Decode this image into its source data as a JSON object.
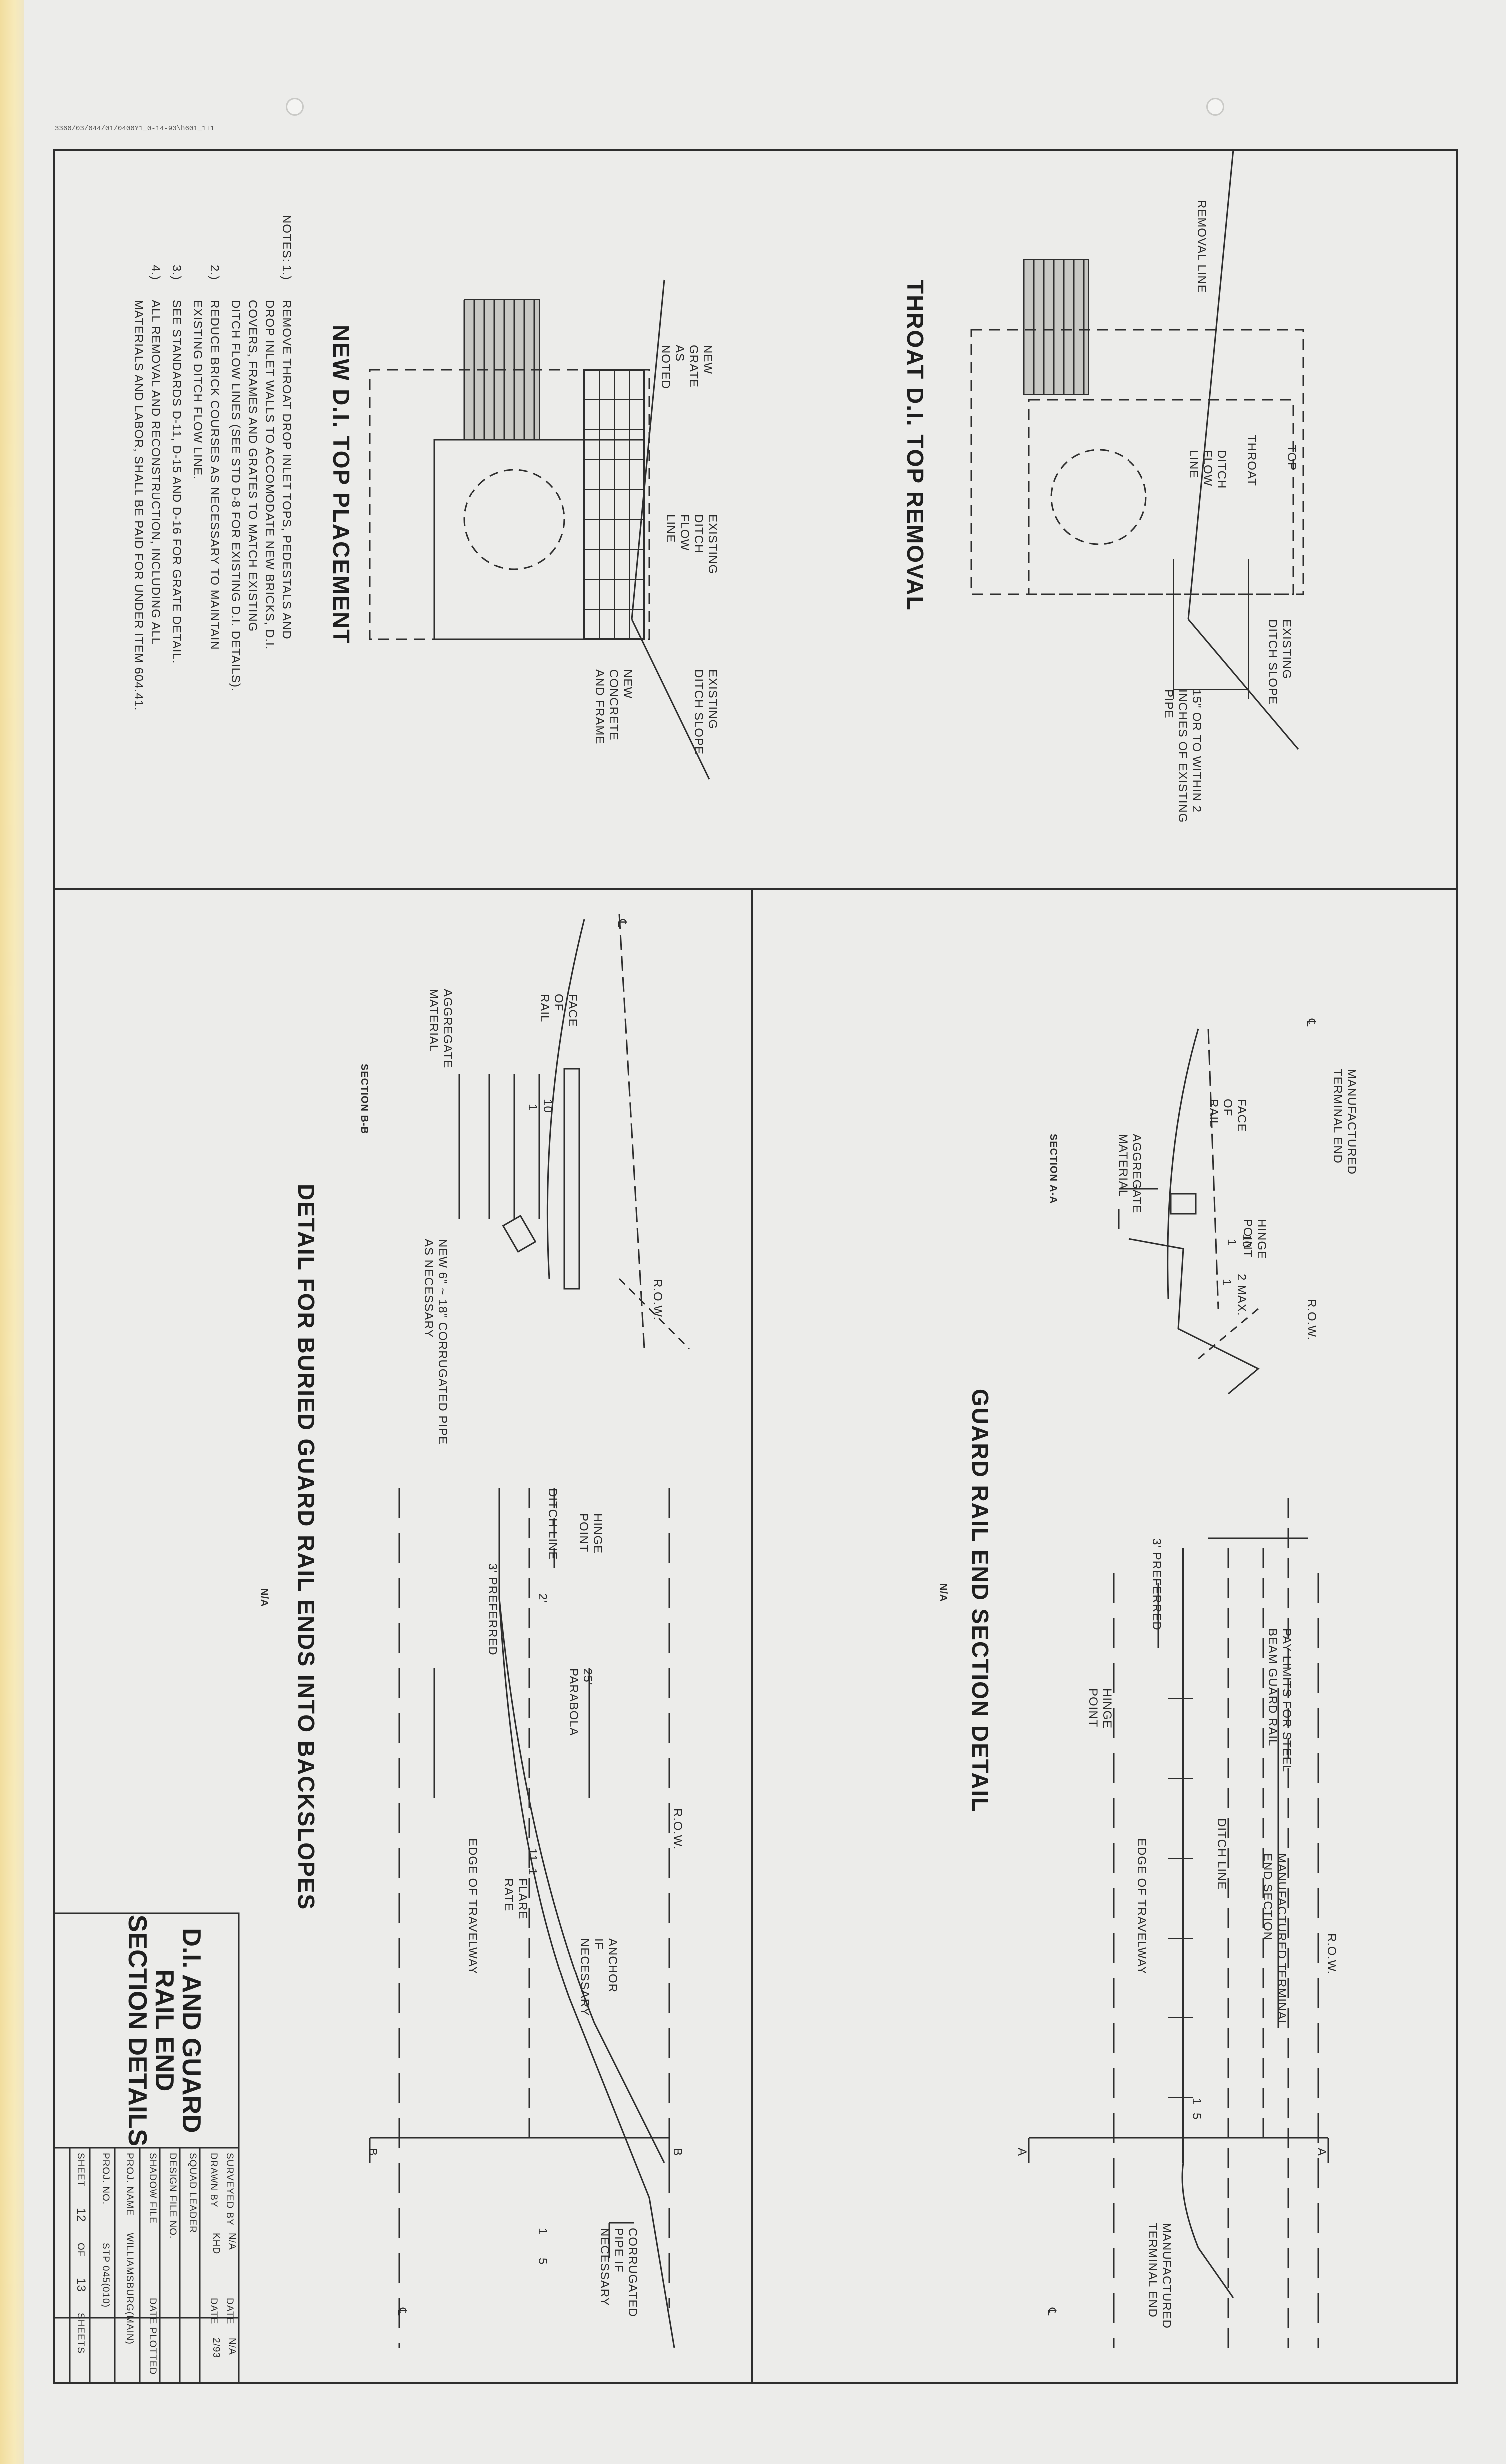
{
  "stamp": "3360/03/044/01/0400Y1_0-14-93\\h601_1+1",
  "throat": {
    "title": "THROAT D.I. TOP REMOVAL",
    "removal_line": "REMOVAL LINE",
    "top": "TOP",
    "throat_label": "THROAT",
    "ditch_flow_line": "DITCH FLOW LINE",
    "existing_ditch_slope": "EXISTING DITCH SLOPE",
    "dim_note": "15\" OR TO WITHIN 2 INCHES OF EXISTING PIPE"
  },
  "newdi": {
    "title": "NEW D.I. TOP PLACEMENT",
    "new_grate": "NEW GRATE AS NOTED",
    "existing_ditch_flow_line": "EXISTING DITCH FLOW LINE",
    "existing_ditch_slope": "EXISTING DITCH SLOPE",
    "new_concrete": "NEW CONCRETE AND FRAME"
  },
  "notes": {
    "heading": "NOTES:",
    "items": [
      {
        "num": "1.)",
        "lines": [
          "REMOVE THROAT DROP INLET TOPS, PEDESTALS AND",
          "DROP INLET WALLS TO ACCOMODATE NEW BRICKS, D.I.",
          "COVERS, FRAMES AND GRATES TO MATCH EXISTING",
          "DITCH FLOW LINES (SEE STD D-8 FOR EXISTING D.I. DETAILS)."
        ]
      },
      {
        "num": "2.)",
        "lines": [
          "REDUCE BRICK COURSES AS NECESSARY TO MAINTAIN",
          "EXISTING DITCH FLOW LINE."
        ]
      },
      {
        "num": "3.)",
        "lines": [
          "SEE STANDARDS D-11, D-15 AND D-16 FOR GRATE DETAIL."
        ]
      },
      {
        "num": "4.)",
        "lines": [
          "ALL REMOVAL AND RECONSTRUCTION, INCLUDING ALL",
          "MATERIALS AND LABOR, SHALL BE PAID FOR UNDER ITEM 604.41."
        ]
      }
    ]
  },
  "sectionA": {
    "cl": "℄",
    "manufactured_terminal_end": "MANUFACTURED TERMINAL END",
    "face_of_rail": "FACE OF RAIL",
    "aggregate_material": "AGGREGATE MATERIAL",
    "hinge_point": "HINGE POINT",
    "row": "R.O.W.",
    "slope1": "10",
    "slope1b": "1",
    "slope2": "2 MAX.",
    "slope2b": "1",
    "caption": "SECTION A-A"
  },
  "guardEnd": {
    "title": "GUARD RAIL END SECTION DETAIL",
    "scale": "N/A",
    "row": "R.O.W.",
    "pay_limits": "PAY LIMITS FOR STEEL BEAM GUARD RAIL",
    "mfr_terminal_section": "MANUFACTURED TERMINAL END SECTION",
    "three_preferred": "3' PREFERRED",
    "ditch_line": "DITCH LINE",
    "hinge_point": "HINGE POINT",
    "edge_travelway": "EDGE OF TRAVELWAY",
    "mfr_terminal_end": "MANUFACTURED TERMINAL END",
    "section_mark": "A",
    "cl": "℄",
    "ratio_1": "1",
    "ratio_5": "5"
  },
  "sectionB": {
    "cl": "℄",
    "face_of_rail": "FACE OF RAIL",
    "aggregate_material": "AGGREGATE MATERIAL",
    "row": "R.O.W.",
    "slope": "10",
    "slope_b": "1",
    "pipe_note": "NEW 6\" ~ 18\" CORRUGATED PIPE AS NECESSARY",
    "caption": "SECTION B-B"
  },
  "buried": {
    "title": "DETAIL FOR BURIED GUARD RAIL ENDS INTO BACKSLOPES",
    "scale": "N/A",
    "row": "R.O.W.",
    "hinge_point": "HINGE POINT",
    "ditch_line": "DITCH LINE",
    "three_preferred": "3' PREFERRED",
    "two_ft": "2'",
    "parabola": "25' PARABOLA",
    "flare_rate": "FLARE RATE",
    "flare_11": "11",
    "flare_1": "1",
    "anchor": "ANCHOR IF NECESSARY",
    "edge_travelway": "EDGE OF TRAVELWAY",
    "corrugated": "CORRUGATED PIPE IF NECESSARY",
    "ratio_1": "1",
    "ratio_5": "5",
    "section_mark": "B",
    "cl": "℄"
  },
  "titleblock": {
    "title": "D.I. AND GUARD RAIL END SECTION DETAILS",
    "surveyed_by": "SURVEYED BY",
    "surveyed_val": "N/A",
    "date1": "DATE",
    "date1_val": "N/A",
    "drawn_by": "DRAWN BY",
    "drawn_val": "KHD",
    "date2": "DATE",
    "date2_val": "2/93",
    "squad_leader": "SQUAD LEADER",
    "design_file": "DESIGN FILE NO.",
    "shadow_file": "SHADOW FILE",
    "date_plotted": "DATE PLOTTED",
    "proj_name": "PROJ. NAME",
    "proj_name_val": "WILLIAMSBURG(MAIN)",
    "proj_no": "PROJ. NO.",
    "proj_no_val": "STP 045(010)",
    "sheet": "SHEET",
    "sheet_val": "12",
    "of": "OF",
    "of_val": "13",
    "sheets": "SHEETS"
  }
}
